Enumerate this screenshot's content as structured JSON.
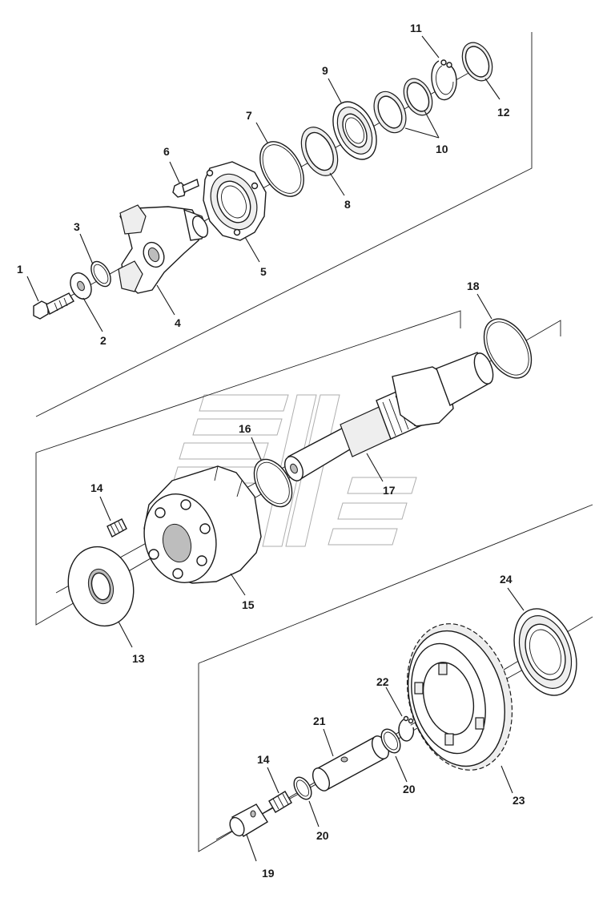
{
  "diagram": {
    "type": "exploded-parts-diagram",
    "labels": {
      "p1": "1",
      "p2": "2",
      "p3": "3",
      "p4": "4",
      "p5": "5",
      "p6": "6",
      "p7": "7",
      "p8": "8",
      "p9": "9",
      "p10": "10",
      "p11": "11",
      "p12": "12",
      "p13": "13",
      "p14a": "14",
      "p14b": "14",
      "p15": "15",
      "p16": "16",
      "p17": "17",
      "p18": "18",
      "p19": "19",
      "p20a": "20",
      "p20b": "20",
      "p21": "21",
      "p22": "22",
      "p23": "23",
      "p24": "24"
    }
  }
}
